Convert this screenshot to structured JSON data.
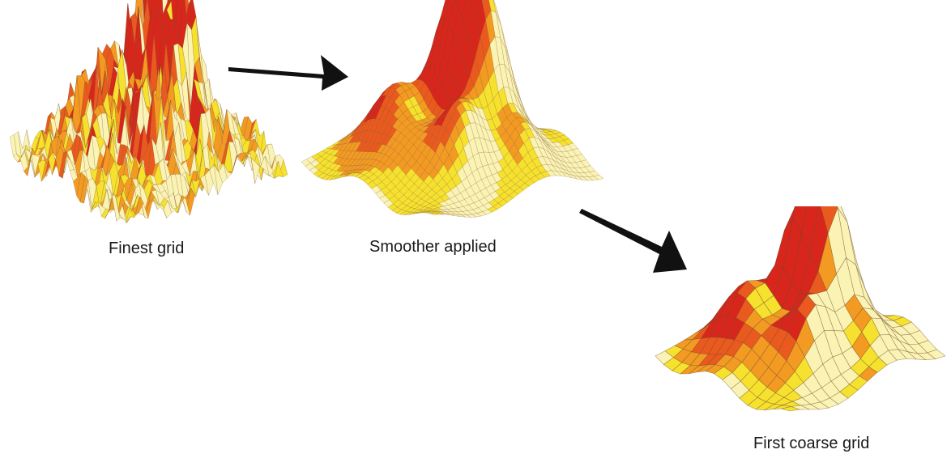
{
  "captions": {
    "finest": "Finest grid",
    "smoothed": "Smoother applied",
    "coarse": "First coarse grid"
  },
  "surfaces": {
    "finest": {
      "grid": 34,
      "noise": 0.55,
      "style": "noisy-peaks"
    },
    "smoothed": {
      "grid": 32,
      "noise": 0.0,
      "style": "smooth-peaks"
    },
    "coarse": {
      "grid": 16,
      "noise": 0.0,
      "style": "smooth-peaks"
    }
  },
  "colors": {
    "dark_red": "#d8261c",
    "red_orange": "#ea5a1e",
    "orange": "#f39a22",
    "yellow": "#f6e12e",
    "pale_yellow": "#fbf3b4",
    "mesh_line": "#6b4a2a",
    "arrow": "#111111",
    "caption_text": "#1a1a1a"
  },
  "icons": {
    "arrow_1": "arrow-right-icon",
    "arrow_2": "arrow-down-right-icon"
  }
}
